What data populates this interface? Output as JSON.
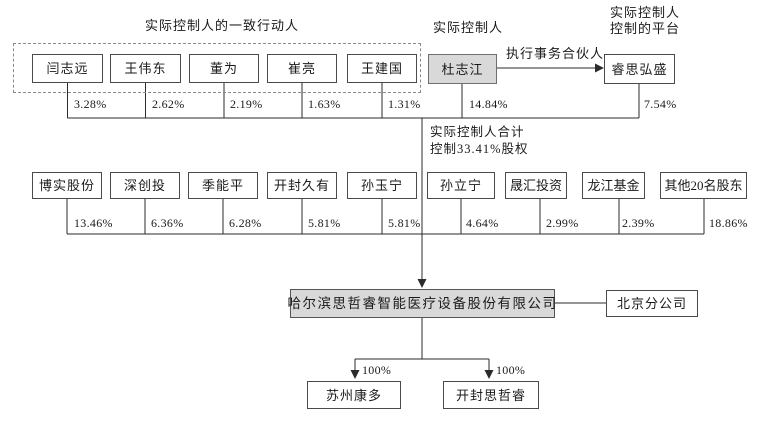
{
  "labels": {
    "acting_in_concert": "实际控制人的一致行动人",
    "actual_controller": "实际控制人",
    "platform_line1": "实际控制人",
    "platform_line2": "控制的平台",
    "executive_partner": "执行事务合伙人",
    "total_control_line1": "实际控制人合计",
    "total_control_line2": "控制33.41%股权"
  },
  "top_shareholders": [
    {
      "name": "闫志远",
      "pct": "3.28%"
    },
    {
      "name": "王伟东",
      "pct": "2.62%"
    },
    {
      "name": "董为",
      "pct": "2.19%"
    },
    {
      "name": "崔亮",
      "pct": "1.63%"
    },
    {
      "name": "王建国",
      "pct": "1.31%"
    },
    {
      "name": "杜志江",
      "pct": "14.84%"
    },
    {
      "name": "睿思弘盛",
      "pct": "7.54%"
    }
  ],
  "second_row_shareholders": [
    {
      "name": "博实股份",
      "pct": "13.46%"
    },
    {
      "name": "深创投",
      "pct": "6.36%"
    },
    {
      "name": "季能平",
      "pct": "6.28%"
    },
    {
      "name": "开封久有",
      "pct": "5.81%"
    },
    {
      "name": "孙玉宁",
      "pct": "5.81%"
    },
    {
      "name": "孙立宁",
      "pct": "4.64%"
    },
    {
      "name": "晟汇投资",
      "pct": "2.99%"
    },
    {
      "name": "龙江基金",
      "pct": "2.39%"
    },
    {
      "name": "其他20名股东",
      "pct": "18.86%"
    }
  ],
  "company": {
    "name": "哈尔滨思哲睿智能医疗设备股份有限公司"
  },
  "branch": {
    "name": "北京分公司"
  },
  "subsidiaries": [
    {
      "name": "苏州康多",
      "pct": "100%"
    },
    {
      "name": "开封思哲睿",
      "pct": "100%"
    }
  ],
  "colors": {
    "highlight_fill": "#d9d9d9",
    "box_border": "#4a4a4a",
    "line": "#2b2b2b",
    "background": "#ffffff"
  }
}
